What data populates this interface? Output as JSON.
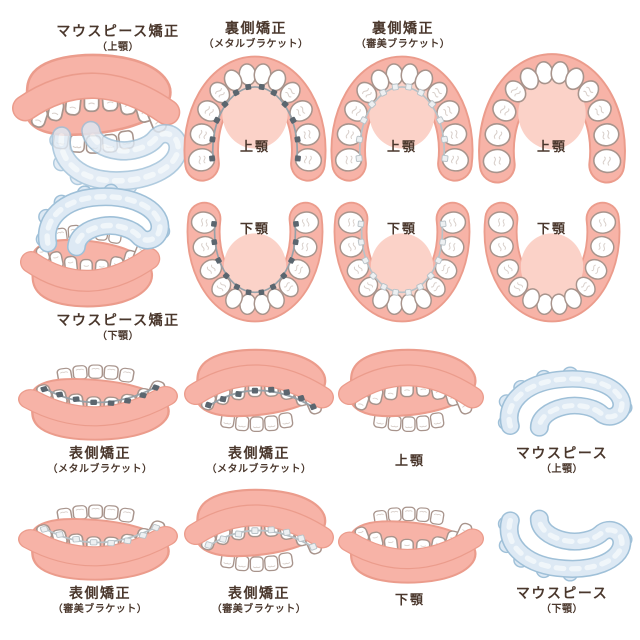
{
  "page": {
    "background": "#ffffff"
  },
  "labels": {
    "mouthpiece_upper": {
      "main": "マウスピース矯正",
      "sub": "（上顎）"
    },
    "mouthpiece_lower": {
      "main": "マウスピース矯正",
      "sub": "（下顎）"
    },
    "lingual_metal": {
      "main": "裏側矯正",
      "sub": "（メタルブラケット）"
    },
    "lingual_esthetic": {
      "main": "裏側矯正",
      "sub": "（審美ブラケット）"
    },
    "labial_metal": {
      "main": "表側矯正",
      "sub": "（メタルブラケット）"
    },
    "labial_esthetic": {
      "main": "表側矯正",
      "sub": "（審美ブラケット）"
    },
    "mouthpiece_only_upper": {
      "main": "マウスピース",
      "sub": "（上顎）"
    },
    "mouthpiece_only_lower": {
      "main": "マウスピース",
      "sub": "（下顎）"
    },
    "upper_jaw": "上顎",
    "lower_jaw": "下顎"
  },
  "colors": {
    "gum": "#f7b3a7",
    "gum_outline": "#eb9c8c",
    "palate": "#fbd2c8",
    "tooth": "#ffffff",
    "tooth_outline": "#a8948c",
    "tooth_detail": "#d8cfca",
    "metal_bracket": "#5b666f",
    "metal_wire": "#97a1a8",
    "clear_bracket": "#edf0f2",
    "clear_wire": "#b9c2c7",
    "aligner_fill": "#dde9f4",
    "aligner_outline": "#9fc0d8",
    "aligner_highlight": "#f2f7fb",
    "text": "#4a372c"
  }
}
